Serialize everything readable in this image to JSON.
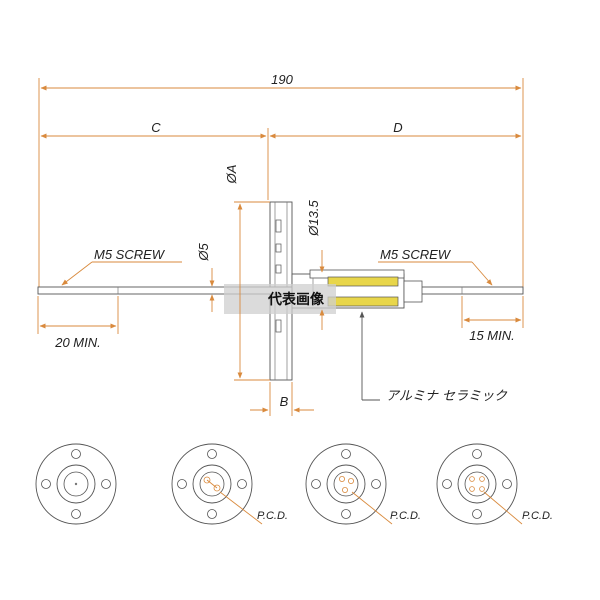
{
  "dimensions": {
    "overall": "190",
    "left_segment": "C",
    "right_segment": "D",
    "flange_dia": "ØA",
    "pin_dia": "Ø5",
    "insulator_dia": "Ø13.5",
    "flange_thickness": "B",
    "left_min": "20 MIN.",
    "right_min": "15 MIN."
  },
  "labels": {
    "left_screw": "M5 SCREW",
    "right_screw": "M5 SCREW",
    "material": "アルミナ セラミック",
    "watermark": "代表画像"
  },
  "pcd_labels": [
    "P.C.D.",
    "P.C.D.",
    "P.C.D."
  ],
  "colors": {
    "dimension_line": "#d98a3d",
    "ceramic": "#e8d64a",
    "outline": "#555555",
    "watermark_bg": "#cfcfcf"
  }
}
